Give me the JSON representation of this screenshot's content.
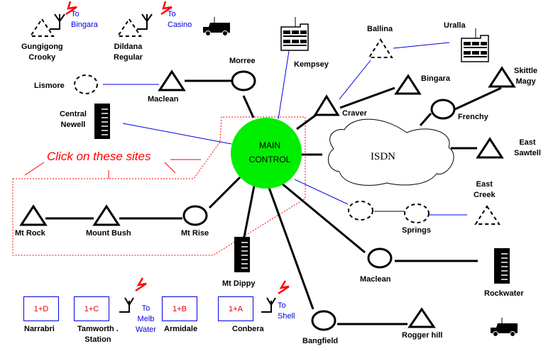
{
  "hint": "Click on these sites",
  "center": {
    "line1": "MAIN",
    "line2": "CONTROL",
    "color": "#00ee00"
  },
  "cloud": "ISDN",
  "sites": {
    "gungigong": "Gungigong\nCrooky",
    "dildana": "Dildana\nRegular",
    "morree": "Morree",
    "kempsey": "Kempsey",
    "ballina": "Ballina",
    "uralla": "Uralla",
    "lismore": "Lismore",
    "maclean_top": "Maclean",
    "bingara": "Bingara",
    "skittle": "Skittle\nMagy",
    "central_newell": "Central\nNewell",
    "craver": "Craver",
    "frenchy": "Frenchy",
    "east_sawtell": "East\nSawtell",
    "east_creek": "East\nCreek",
    "springs": "Springs",
    "mt_rock": "Mt Rock",
    "mount_bush": "Mount Bush",
    "mt_rise": "Mt Rise",
    "mt_dippy": "Mt Dippy",
    "maclean_bottom": "Maclean",
    "rockwater": "Rockwater",
    "narrabri": "Narrabri",
    "tamworth": "Tamworth .\nStation",
    "armidale": "Armidale",
    "conbera": "Conbera",
    "bangfield": "Bangfield",
    "rogger_hill": "Rogger hill"
  },
  "links": {
    "to_bingara": "To\nBingara",
    "to_casino": "To\nCasino",
    "to_melb_water": "To\nMelb\nWater",
    "to_shell": "To\nShell"
  },
  "boxes": {
    "d": "1+D",
    "c": "1+C",
    "b": "1+B",
    "a": "1+A"
  }
}
